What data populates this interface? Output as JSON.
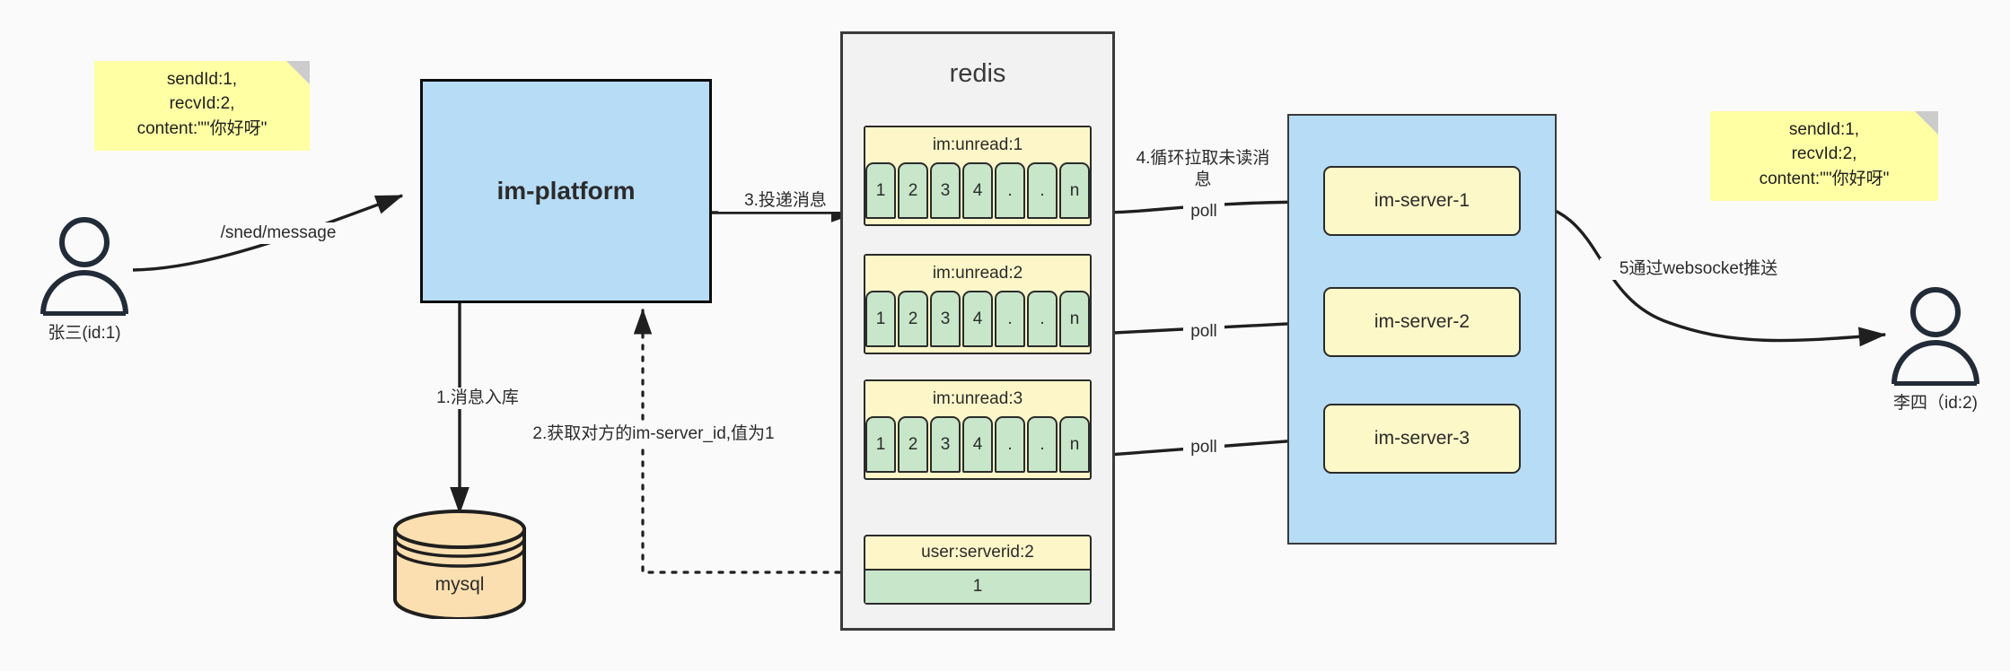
{
  "diagram": {
    "title": "IM message delivery architecture",
    "colors": {
      "background": "#fafafa",
      "note_yellow": "#ffffa4",
      "blue_fill": "#b7dcf6",
      "green_cell": "#c8e6c9",
      "key_yellow": "#fdf6c8",
      "mysql_orange": "#fcdfb0",
      "stroke": "#2b2b2b"
    }
  },
  "notes": {
    "left": "sendId:1,\nrecvId:2,\ncontent:\"\"你好呀\"",
    "right": "sendId:1,\nrecvId:2,\ncontent:\"\"你好呀\""
  },
  "actors": {
    "sender": {
      "label": "张三(id:1)",
      "icon": "user-icon"
    },
    "receiver": {
      "label": "李四（id:2)",
      "icon": "user-icon"
    }
  },
  "platform": {
    "label": "im-platform"
  },
  "database": {
    "label": "mysql",
    "icon": "database-cylinder-icon"
  },
  "redis": {
    "title": "redis",
    "key_groups": [
      {
        "name": "im:unread:1",
        "cells": [
          "1",
          "2",
          "3",
          "4",
          ".",
          ".",
          "n"
        ]
      },
      {
        "name": "im:unread:2",
        "cells": [
          "1",
          "2",
          "3",
          "4",
          ".",
          ".",
          "n"
        ]
      },
      {
        "name": "im:unread:3",
        "cells": [
          "1",
          "2",
          "3",
          "4",
          ".",
          ".",
          "n"
        ]
      }
    ],
    "server_id_entry": {
      "key": "user:serverid:2",
      "value": "1"
    }
  },
  "servers": [
    {
      "label": "im-server-1"
    },
    {
      "label": "im-server-2"
    },
    {
      "label": "im-server-3"
    }
  ],
  "edges": {
    "send_message": "/sned/message",
    "step1": "1.消息入库",
    "step2": "2.获取对方的im-server_id,值为1",
    "step3": "3.投递消息",
    "step4": "4.循环拉取未读消息",
    "step5": "5通过websocket推送",
    "poll1": "poll",
    "poll2": "poll",
    "poll3": "poll"
  }
}
